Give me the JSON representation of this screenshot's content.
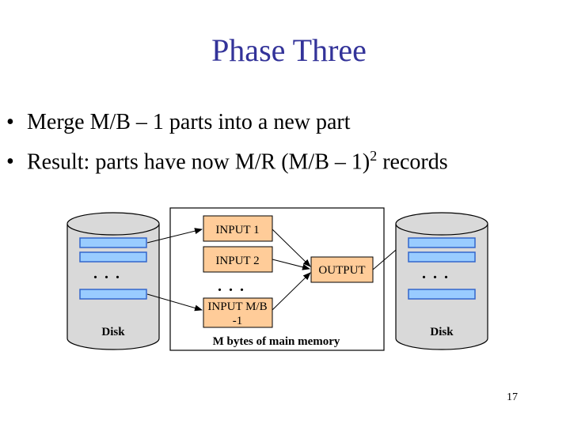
{
  "slide": {
    "title": "Phase Three",
    "bullets": [
      {
        "text_before": "Merge M/B – 1 parts into a new part",
        "sup": "",
        "text_after": ""
      },
      {
        "text_before": "Result: parts have now M/R (M/B – 1)",
        "sup": "2",
        "text_after": " records"
      }
    ],
    "page_number": "17"
  },
  "diagram": {
    "left_disk_label": "Disk",
    "right_disk_label": "Disk",
    "ellipsis": ". . .",
    "memory_label": "M bytes of main memory",
    "input1": "INPUT 1",
    "input2": "INPUT 2",
    "input_mb_line1": "INPUT M/B",
    "input_mb_line2": "-1",
    "output": "OUTPUT",
    "colors": {
      "disk_fill": "#d9d9d9",
      "buffer_fill": "#99ccff",
      "buffer_stroke": "#3366cc",
      "box_fill": "#ffcc99"
    }
  }
}
